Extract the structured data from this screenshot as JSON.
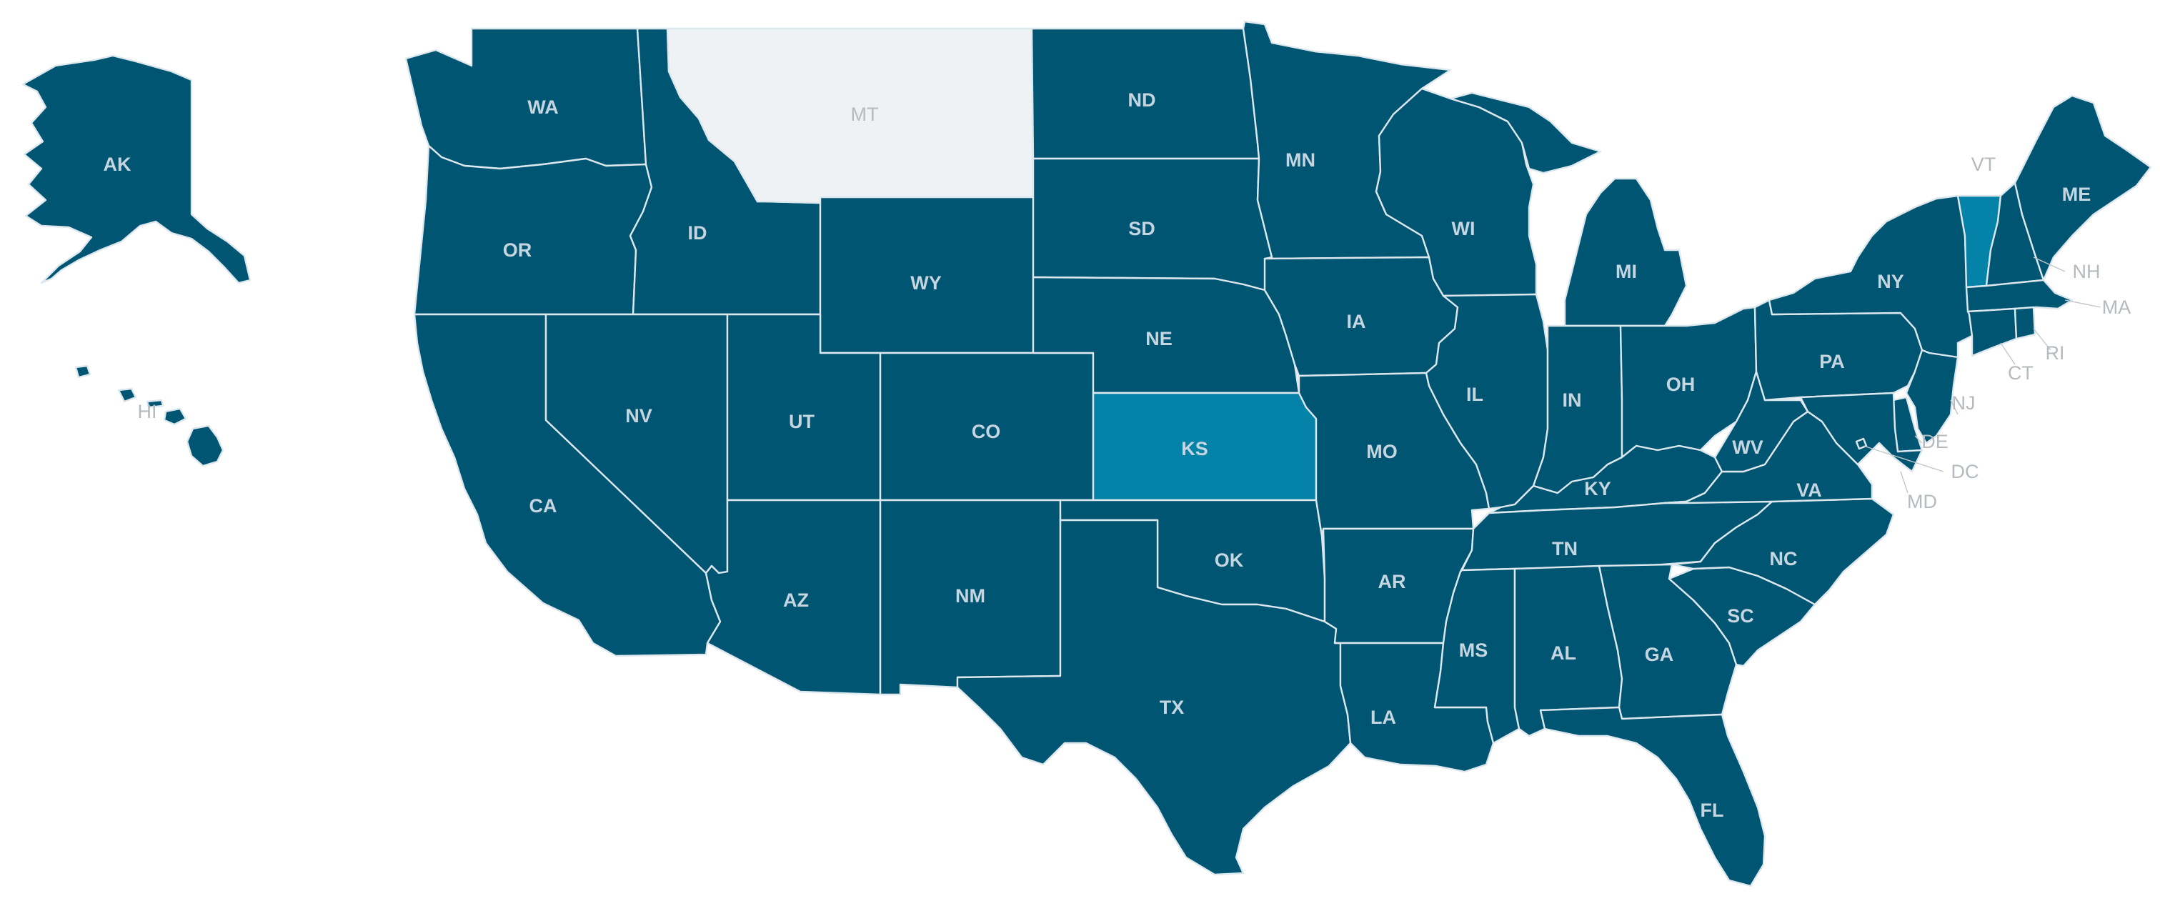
{
  "colors": {
    "default_fill": "#005573",
    "highlight_fill": "#0582a8",
    "empty_fill": "#eff2f4",
    "border": "#dde8ee"
  },
  "states": [
    {
      "code": "AK",
      "label": "AK",
      "status": "default"
    },
    {
      "code": "HI",
      "label": "HI",
      "status": "default"
    },
    {
      "code": "WA",
      "label": "WA",
      "status": "default"
    },
    {
      "code": "OR",
      "label": "OR",
      "status": "default"
    },
    {
      "code": "CA",
      "label": "CA",
      "status": "default"
    },
    {
      "code": "ID",
      "label": "ID",
      "status": "default"
    },
    {
      "code": "NV",
      "label": "NV",
      "status": "default"
    },
    {
      "code": "MT",
      "label": "MT",
      "status": "empty"
    },
    {
      "code": "WY",
      "label": "WY",
      "status": "default"
    },
    {
      "code": "UT",
      "label": "UT",
      "status": "default"
    },
    {
      "code": "AZ",
      "label": "AZ",
      "status": "default"
    },
    {
      "code": "CO",
      "label": "CO",
      "status": "default"
    },
    {
      "code": "NM",
      "label": "NM",
      "status": "default"
    },
    {
      "code": "ND",
      "label": "ND",
      "status": "default"
    },
    {
      "code": "SD",
      "label": "SD",
      "status": "default"
    },
    {
      "code": "NE",
      "label": "NE",
      "status": "default"
    },
    {
      "code": "KS",
      "label": "KS",
      "status": "highlight"
    },
    {
      "code": "OK",
      "label": "OK",
      "status": "default"
    },
    {
      "code": "TX",
      "label": "TX",
      "status": "default"
    },
    {
      "code": "MN",
      "label": "MN",
      "status": "default"
    },
    {
      "code": "IA",
      "label": "IA",
      "status": "default"
    },
    {
      "code": "MO",
      "label": "MO",
      "status": "default"
    },
    {
      "code": "AR",
      "label": "AR",
      "status": "default"
    },
    {
      "code": "LA",
      "label": "LA",
      "status": "default"
    },
    {
      "code": "WI",
      "label": "WI",
      "status": "default"
    },
    {
      "code": "IL",
      "label": "IL",
      "status": "default"
    },
    {
      "code": "MI",
      "label": "MI",
      "status": "default"
    },
    {
      "code": "IN",
      "label": "IN",
      "status": "default"
    },
    {
      "code": "OH",
      "label": "OH",
      "status": "default"
    },
    {
      "code": "KY",
      "label": "KY",
      "status": "default"
    },
    {
      "code": "TN",
      "label": "TN",
      "status": "default"
    },
    {
      "code": "MS",
      "label": "MS",
      "status": "default"
    },
    {
      "code": "AL",
      "label": "AL",
      "status": "default"
    },
    {
      "code": "GA",
      "label": "GA",
      "status": "default"
    },
    {
      "code": "FL",
      "label": "FL",
      "status": "default"
    },
    {
      "code": "SC",
      "label": "SC",
      "status": "default"
    },
    {
      "code": "NC",
      "label": "NC",
      "status": "default"
    },
    {
      "code": "VA",
      "label": "VA",
      "status": "default"
    },
    {
      "code": "WV",
      "label": "WV",
      "status": "default"
    },
    {
      "code": "PA",
      "label": "PA",
      "status": "default"
    },
    {
      "code": "NY",
      "label": "NY",
      "status": "default"
    },
    {
      "code": "VT",
      "label": "VT",
      "status": "highlight"
    },
    {
      "code": "NH",
      "label": "NH",
      "status": "default"
    },
    {
      "code": "ME",
      "label": "ME",
      "status": "default"
    },
    {
      "code": "MA",
      "label": "MA",
      "status": "default"
    },
    {
      "code": "RI",
      "label": "RI",
      "status": "default"
    },
    {
      "code": "CT",
      "label": "CT",
      "status": "default"
    },
    {
      "code": "NJ",
      "label": "NJ",
      "status": "default"
    },
    {
      "code": "DE",
      "label": "DE",
      "status": "default"
    },
    {
      "code": "MD",
      "label": "MD",
      "status": "default"
    },
    {
      "code": "DC",
      "label": "DC",
      "status": "default"
    }
  ]
}
